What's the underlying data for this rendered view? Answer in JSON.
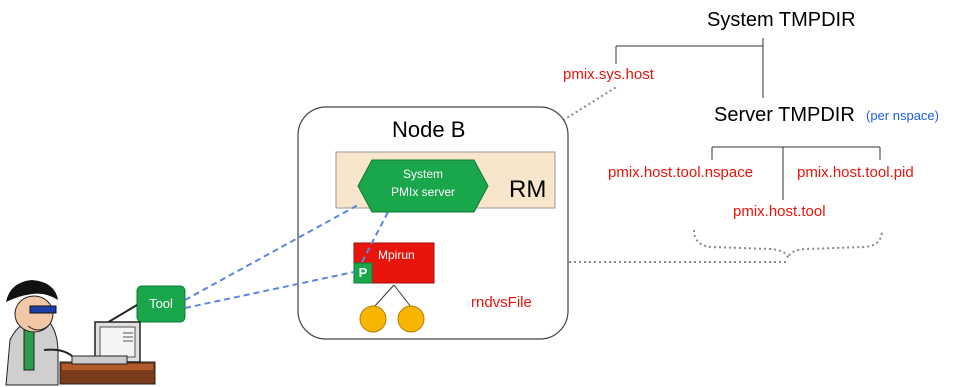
{
  "diagram": {
    "system_tmpdir": "System TMPDIR",
    "server_tmpdir": "Server TMPDIR",
    "per_nspace": "(per nspace)",
    "pmix_sys_host": "pmix.sys.host",
    "pmix_host_tool_nspace": "pmix.host.tool.nspace",
    "pmix_host_tool_pid": "pmix.host.tool.pid",
    "pmix_host_tool": "pmix.host.tool",
    "node_title": "Node B",
    "rm_label": "RM",
    "server_line1": "System",
    "server_line2": "PMIx server",
    "mpirun_label": "Mpirun",
    "p_label": "P",
    "tool_label": "Tool",
    "rndvs_file": "rndvsFile"
  },
  "colors": {
    "file_text": "#e8150c",
    "annotation_text": "#1c5fe0",
    "rm_fill": "#f8e6cc",
    "pmix_green": "#1aa64a",
    "mpirun_red": "#e8150c",
    "proc_yellow": "#f7b500",
    "dashed_link": "#5b86e0"
  },
  "icons": [
    "user-at-computer-icon"
  ]
}
